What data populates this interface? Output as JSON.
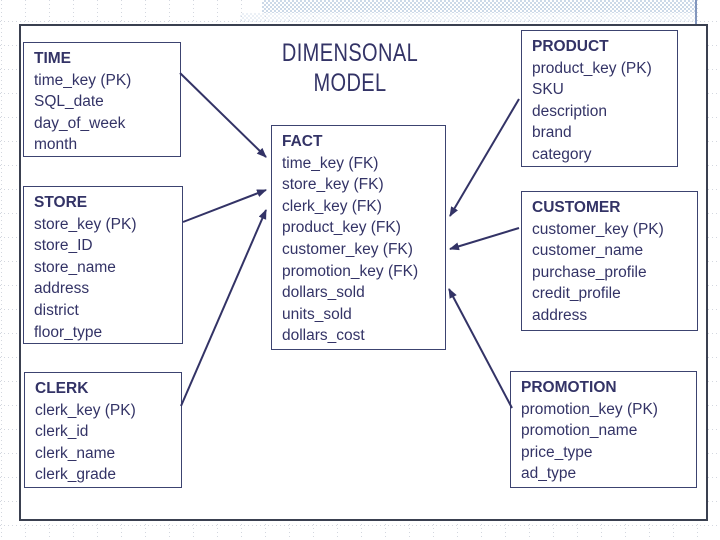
{
  "slide": {
    "title_line1": "DIMENSONAL",
    "title_line2": "MODEL"
  },
  "colors": {
    "text": "#333366",
    "box_border": "#3c4370",
    "frame_border": "#3a4050",
    "band_check": "#ccd9e8",
    "band_tick": "#8296bd",
    "grid_dots": "#c9ced8",
    "arrow": "#333366"
  },
  "diagram": {
    "fact_table": {
      "title": "FACT",
      "fields": [
        "time_key (FK)",
        "store_key (FK)",
        "clerk_key (FK)",
        "product_key (FK)",
        "customer_key (FK)",
        "promotion_key (FK)",
        "dollars_sold",
        "units_sold",
        "dollars_cost"
      ]
    },
    "dimension_tables": [
      {
        "id": "time",
        "title": "TIME",
        "fields": [
          "time_key (PK)",
          "SQL_date",
          "day_of_week",
          "month"
        ]
      },
      {
        "id": "store",
        "title": "STORE",
        "fields": [
          "store_key (PK)",
          "store_ID",
          "store_name",
          "address",
          "district",
          "floor_type"
        ]
      },
      {
        "id": "clerk",
        "title": "CLERK",
        "fields": [
          "clerk_key (PK)",
          "clerk_id",
          "clerk_name",
          "clerk_grade"
        ]
      },
      {
        "id": "product",
        "title": "PRODUCT",
        "fields": [
          "product_key (PK)",
          "SKU",
          "description",
          "brand",
          "category"
        ]
      },
      {
        "id": "customer",
        "title": "CUSTOMER",
        "fields": [
          "customer_key (PK)",
          "customer_name",
          "purchase_profile",
          "credit_profile",
          "address"
        ]
      },
      {
        "id": "promotion",
        "title": "PROMOTION",
        "fields": [
          "promotion_key (PK)",
          "promotion_name",
          "price_type",
          "ad_type"
        ]
      }
    ],
    "connections": [
      {
        "from": "TIME",
        "to": "FACT"
      },
      {
        "from": "STORE",
        "to": "FACT"
      },
      {
        "from": "CLERK",
        "to": "FACT"
      },
      {
        "from": "PRODUCT",
        "to": "FACT"
      },
      {
        "from": "CUSTOMER",
        "to": "FACT"
      },
      {
        "from": "PROMOTION",
        "to": "FACT"
      }
    ]
  }
}
